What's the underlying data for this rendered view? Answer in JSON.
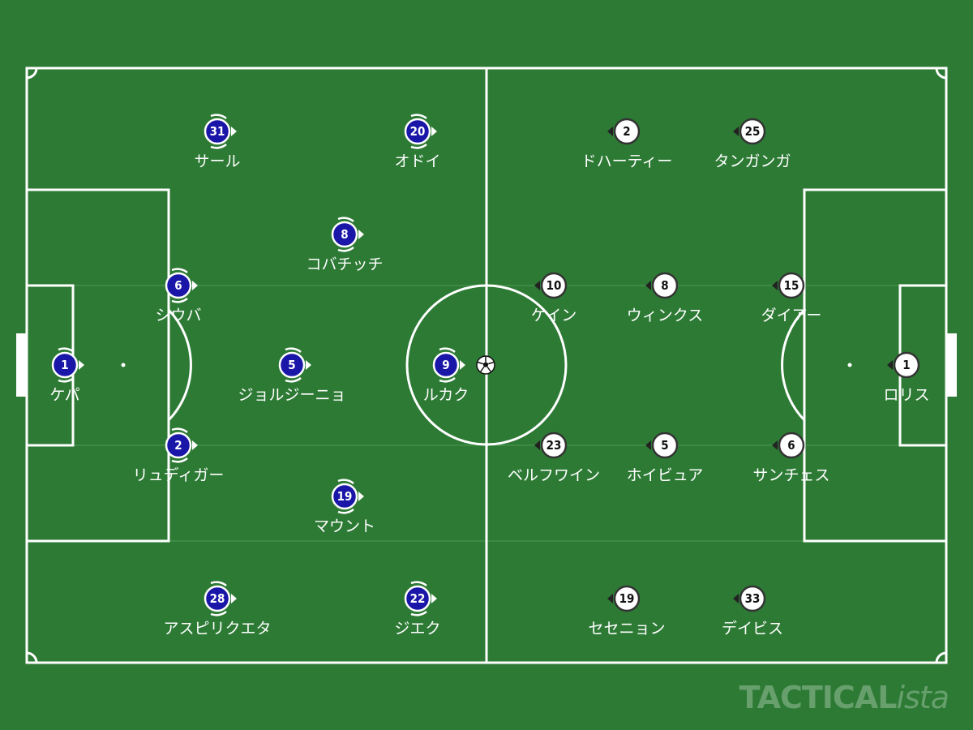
{
  "colors": {
    "pitch": "#2d7a35",
    "lines": "#ffffff",
    "home": "#1a17a8",
    "away": "#ffffff"
  },
  "home_team": {
    "players": [
      {
        "number": "1",
        "name": "ケパ"
      },
      {
        "number": "2",
        "name": "リュディガー"
      },
      {
        "number": "6",
        "name": "シウバ"
      },
      {
        "number": "28",
        "name": "アスピリクエタ"
      },
      {
        "number": "31",
        "name": "サール"
      },
      {
        "number": "5",
        "name": "ジョルジーニョ"
      },
      {
        "number": "8",
        "name": "コバチッチ"
      },
      {
        "number": "19",
        "name": "マウント"
      },
      {
        "number": "20",
        "name": "オドイ"
      },
      {
        "number": "22",
        "name": "ジエク"
      },
      {
        "number": "9",
        "name": "ルカク"
      }
    ]
  },
  "away_team": {
    "players": [
      {
        "number": "1",
        "name": "ロリス"
      },
      {
        "number": "15",
        "name": "ダイアー"
      },
      {
        "number": "6",
        "name": "サンチェス"
      },
      {
        "number": "25",
        "name": "タンガンガ"
      },
      {
        "number": "33",
        "name": "デイビス"
      },
      {
        "number": "8",
        "name": "ウィンクス"
      },
      {
        "number": "5",
        "name": "ホイビュア"
      },
      {
        "number": "2",
        "name": "ドハーティー"
      },
      {
        "number": "19",
        "name": "セセニョン"
      },
      {
        "number": "10",
        "name": "ケイン"
      },
      {
        "number": "23",
        "name": "ベルフワイン"
      }
    ]
  },
  "watermark": {
    "main": "TACTICAL",
    "suffix": "ista"
  }
}
